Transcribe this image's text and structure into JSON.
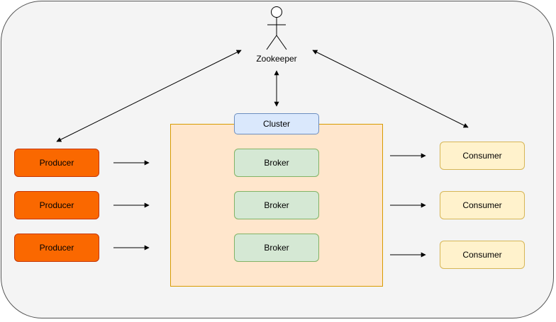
{
  "zookeeper": {
    "label": "Zookeeper"
  },
  "cluster": {
    "label": "Cluster"
  },
  "producers": [
    {
      "label": "Producer"
    },
    {
      "label": "Producer"
    },
    {
      "label": "Producer"
    }
  ],
  "brokers": [
    {
      "label": "Broker"
    },
    {
      "label": "Broker"
    },
    {
      "label": "Broker"
    }
  ],
  "consumers": [
    {
      "label": "Consumer"
    },
    {
      "label": "Consumer"
    },
    {
      "label": "Consumer"
    }
  ],
  "colors": {
    "producer_fill": "#fa6800",
    "consumer_fill": "#fff2cc",
    "broker_fill": "#d5e8d4",
    "cluster_fill": "#ffe6cc",
    "cluster_label_fill": "#dae8fc"
  }
}
